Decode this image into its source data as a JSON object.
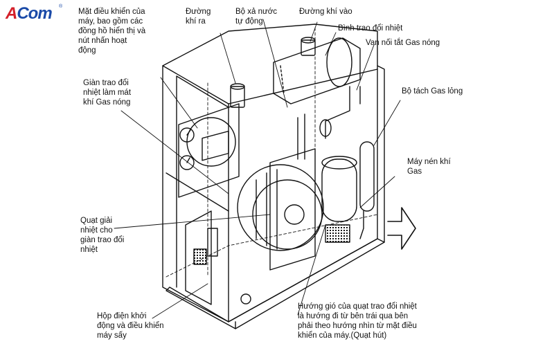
{
  "brand": {
    "logo_text_part1": "A",
    "logo_text_part2": "Com",
    "reg_mark": "®"
  },
  "labels": {
    "control_panel": "Mặt điều khiển của\nmáy, bao gồm các\nđồng hồ hiển thị và\nnút nhấn hoạt\nđộng",
    "air_out": "Đường\nkhí ra",
    "auto_drain": "Bộ xả nước\ntự động",
    "air_in": "Đường khí vào",
    "heat_exchanger_tank": "Bình trao đổi nhiệt",
    "hot_gas_bypass": "Van nối tắt Gas nóng",
    "liquid_separator": "Bộ tách Gas lỏng",
    "hot_gas_condenser": "Giàn trao đổi\nnhiệt làm mát\nkhí Gas nóng",
    "compressor": "Máy nén khí\nGas",
    "cooling_fan": "Quạt giải\nnhiệt cho\ngiàn trao đổi\nnhiệt",
    "electric_box": "Hộp điện khởi\nđộng và điều khiển\nmáy sấy",
    "airflow_note": "Hướng gió của quạt trao đổi nhiệt\nlà hướng đi từ bên trái qua bên\nphải theo hướng nhìn từ mặt điều\nkhiển của máy.(Quạt hút)"
  },
  "colors": {
    "stroke": "#111111",
    "brand_blue": "#1a4aa8",
    "brand_red": "#d4202a"
  }
}
